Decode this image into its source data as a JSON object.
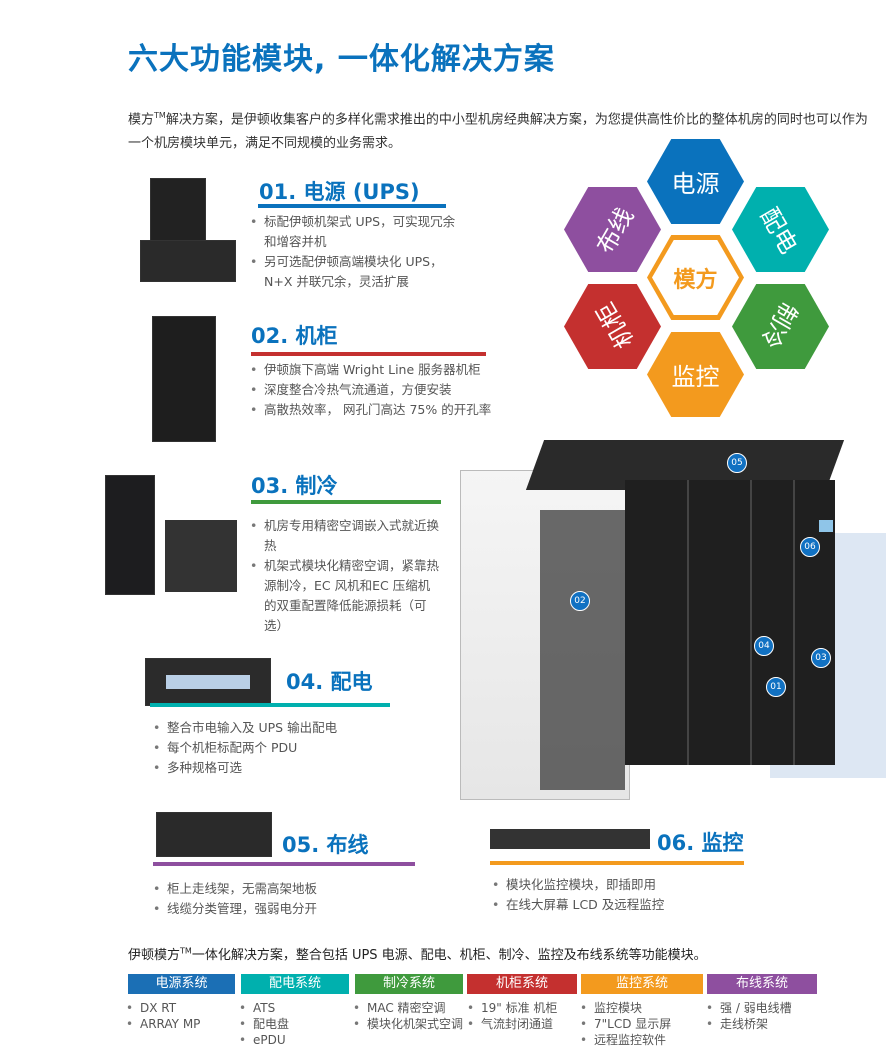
{
  "title": "六大功能模块, 一体化解决方案",
  "intro": {
    "brand": "模方",
    "tm": "TM",
    "text": "解决方案，是伊顿收集客户的多样化需求推出的中小型机房经典解决方案，为您提供高性价比的整体机房的同时也可以作为一个机房模块单元，满足不同规模的业务需求。"
  },
  "hexagons": {
    "center": "模方",
    "top": "电源",
    "upper_right": "配电",
    "lower_right": "制冷",
    "bottom": "监控",
    "lower_left": "机柜",
    "upper_left": "布线"
  },
  "colors": {
    "blue": "#0a72bd",
    "teal": "#00b0ae",
    "green": "#3f9a3d",
    "red": "#c4302f",
    "orange": "#f39a1e",
    "purple": "#8e4f9f"
  },
  "sections": [
    {
      "title": "01. 电源 (UPS)",
      "items": [
        "标配伊顿机架式 UPS，可实现冗余和增容并机",
        "另可选配伊顿高端模块化 UPS，N+X 并联冗余，灵活扩展"
      ]
    },
    {
      "title": "02. 机柜",
      "items": [
        "伊顿旗下高端 Wright Line 服务器机柜",
        "深度整合冷热气流通道，方便安装",
        "高散热效率， 网孔门高达 75% 的开孔率"
      ]
    },
    {
      "title": "03. 制冷",
      "items": [
        "机房专用精密空调嵌入式就近换热",
        "机架式模块化精密空调，紧靠热源制冷，EC 风机和EC 压缩机的双重配置降低能源损耗（可选）"
      ]
    },
    {
      "title": "04. 配电",
      "items": [
        "整合市电输入及 UPS 输出配电",
        "每个机柜标配两个 PDU",
        "多种规格可选"
      ]
    },
    {
      "title": "05. 布线",
      "items": [
        "柜上走线架，无需高架地板",
        "线缆分类管理，强弱电分开"
      ]
    },
    {
      "title": "06. 监控",
      "items": [
        "模块化监控模块，即插即用",
        "在线大屏幕 LCD 及远程监控"
      ]
    }
  ],
  "badges": [
    "05",
    "06",
    "02",
    "04",
    "03",
    "01"
  ],
  "summary": {
    "prefix": "伊顿模方",
    "tm": "TM",
    "text": "一体化解决方案，整合包括 UPS 电源、配电、机柜、制冷、监控及布线系统等功能模块。"
  },
  "systems": [
    {
      "name": "电源系统",
      "items": [
        "DX RT",
        "ARRAY MP"
      ]
    },
    {
      "name": "配电系统",
      "items": [
        "ATS",
        "配电盘",
        "ePDU"
      ]
    },
    {
      "name": "制冷系统",
      "items": [
        "MAC 精密空调",
        "模块化机架式空调"
      ]
    },
    {
      "name": "机柜系统",
      "items": [
        "19\" 标准 机柜",
        "气流封闭通道"
      ]
    },
    {
      "name": "监控系统",
      "items": [
        "监控模块",
        "7\"LCD 显示屏",
        "远程监控软件"
      ]
    },
    {
      "name": "布线系统",
      "items": [
        "强 / 弱电线槽",
        "走线桥架"
      ]
    }
  ]
}
